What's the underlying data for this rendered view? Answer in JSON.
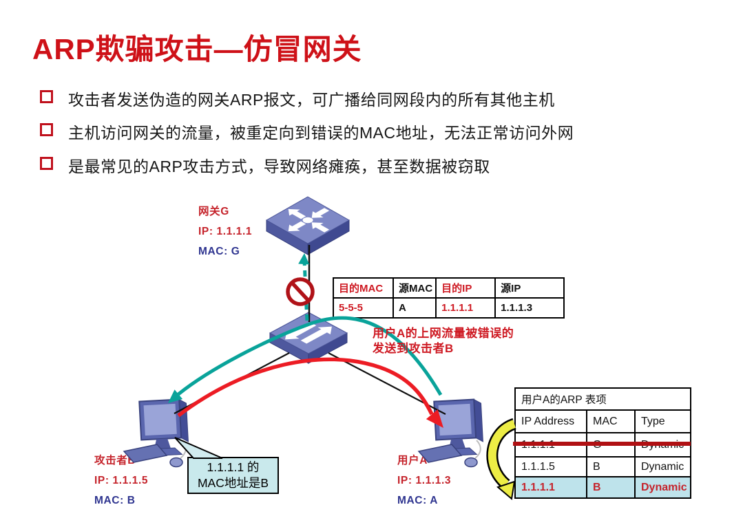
{
  "slide": {
    "title": "ARP欺骗攻击—仿冒网关"
  },
  "bullets": [
    "攻击者发送伪造的网关ARP报文，可广播给同网段内的所有其他主机",
    "主机访问网关的流量，被重定向到错误的MAC地址，无法正常访问外网",
    "是最常见的ARP攻击方式，导致网络瘫痪，甚至数据被窃取"
  ],
  "diagram": {
    "gateway": {
      "name": "网关G",
      "ip": "IP: 1.1.1.1",
      "mac": "MAC: G"
    },
    "attacker": {
      "name": "攻击者B",
      "ip": "IP: 1.1.1.5",
      "mac": "MAC: B"
    },
    "user": {
      "name": "用户A",
      "ip": "IP: 1.1.1.3",
      "mac": "MAC: A"
    },
    "caption_line1": "用户A的上网流量被错误的",
    "caption_line2": "发送到攻击者B",
    "callout_line1": "1.1.1.1 的",
    "callout_line2": "MAC地址是B"
  },
  "packet_table": {
    "headers": [
      "目的MAC",
      "源MAC",
      "目的IP",
      "源IP"
    ],
    "values": [
      "5-5-5",
      "A",
      "1.1.1.1",
      "1.1.1.3"
    ]
  },
  "arp_table": {
    "title": "用户A的ARP 表项",
    "headers": [
      "IP Address",
      "MAC",
      "Type"
    ],
    "rows": [
      [
        "1.1.1.1",
        "G",
        "Dynamic"
      ],
      [
        "1.1.1.5",
        "B",
        "Dynamic"
      ],
      [
        "1.1.1.1",
        "B",
        "Dynamic"
      ]
    ]
  },
  "colors": {
    "title_red": "#CE1118",
    "label_red": "#C5232B",
    "navy": "#2F3590",
    "teal": "#09A39A",
    "arrow_red": "#EC1C24",
    "icon_blue": "#7E88C6",
    "highlight_bg": "#BEE3EB",
    "callout_bg": "#C9E9EC",
    "yellow": "#EDED45",
    "strike_red": "#B01013"
  }
}
